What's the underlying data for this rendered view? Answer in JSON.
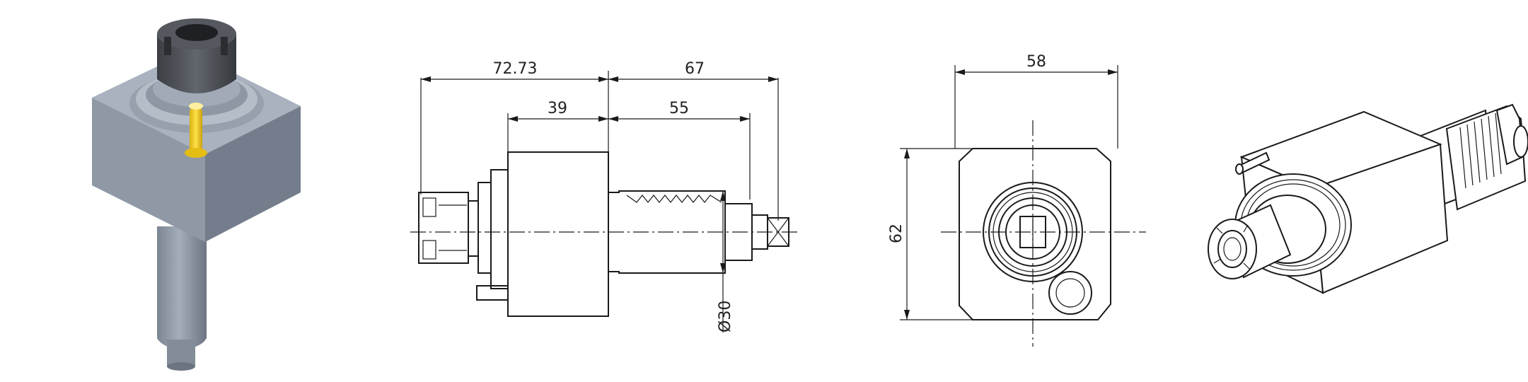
{
  "side_view": {
    "dim_overall_left": "72.73",
    "dim_overall_right": "67",
    "dim_body": "39",
    "dim_shank": "55",
    "dim_diameter": "Ø30"
  },
  "front_view": {
    "dim_width": "58",
    "dim_height": "62"
  },
  "colors": {
    "body": "#8c96a4",
    "body_dark": "#6f7886",
    "collet": "#4a4d52",
    "coolant_pin": "#f2cf1c",
    "line": "#1a1a1a"
  }
}
